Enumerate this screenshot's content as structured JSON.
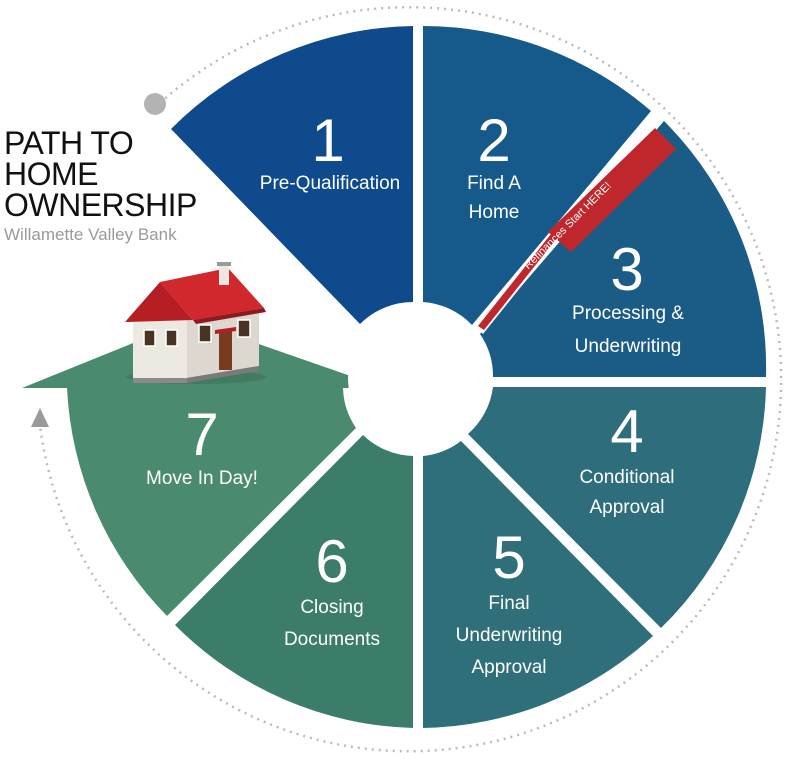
{
  "title": {
    "lines": [
      "PATH TO",
      "HOME",
      "OWNERSHIP"
    ],
    "subtitle": "Willamette Valley Bank"
  },
  "banner": {
    "text": "Refinances Start HERE!",
    "color": "#c0272d"
  },
  "colors": {
    "step1": "#0f4a8c",
    "step2": "#165a8c",
    "step3": "#1a5c86",
    "step4": "#2d6d7c",
    "step5": "#2f6f7a",
    "step6": "#3b7d6a",
    "step7": "#4a8a6e",
    "dotted_path": "#bbbbbb"
  },
  "steps": [
    {
      "number": "1",
      "label": [
        "Pre-Qualification"
      ]
    },
    {
      "number": "2",
      "label": [
        "Find A",
        "Home"
      ]
    },
    {
      "number": "3",
      "label": [
        "Processing &",
        "Underwriting"
      ]
    },
    {
      "number": "4",
      "label": [
        "Conditional",
        "Approval"
      ]
    },
    {
      "number": "5",
      "label": [
        "Final",
        "Underwriting",
        "Approval"
      ]
    },
    {
      "number": "6",
      "label": [
        "Closing",
        "Documents"
      ]
    },
    {
      "number": "7",
      "label": [
        "Move In Day!"
      ]
    }
  ]
}
